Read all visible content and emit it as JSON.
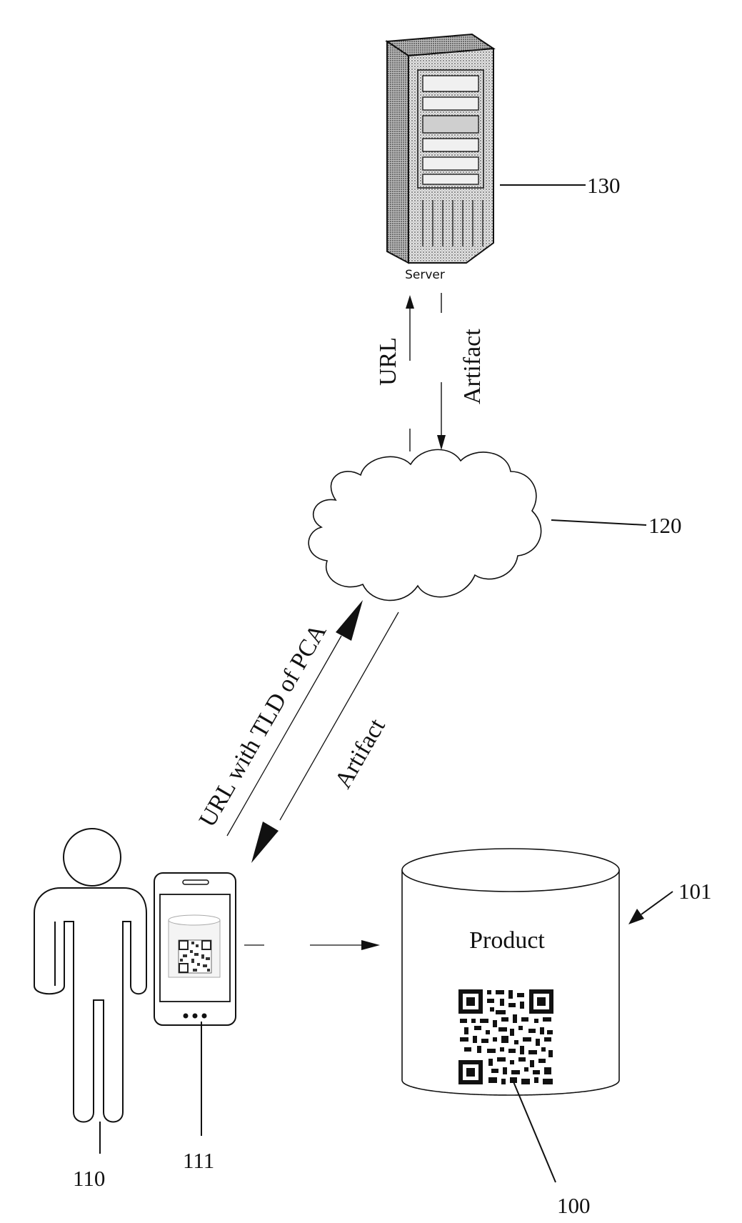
{
  "labels": {
    "server_caption": "Server",
    "url": "URL",
    "artifact_top": "Artifact",
    "url_with_tld": "URL with TLD of PCA",
    "artifact_bottom": "Artifact",
    "product": "Product"
  },
  "refs": {
    "server": "130",
    "network": "120",
    "product_system": "101",
    "user": "110",
    "device": "111",
    "code": "100"
  }
}
